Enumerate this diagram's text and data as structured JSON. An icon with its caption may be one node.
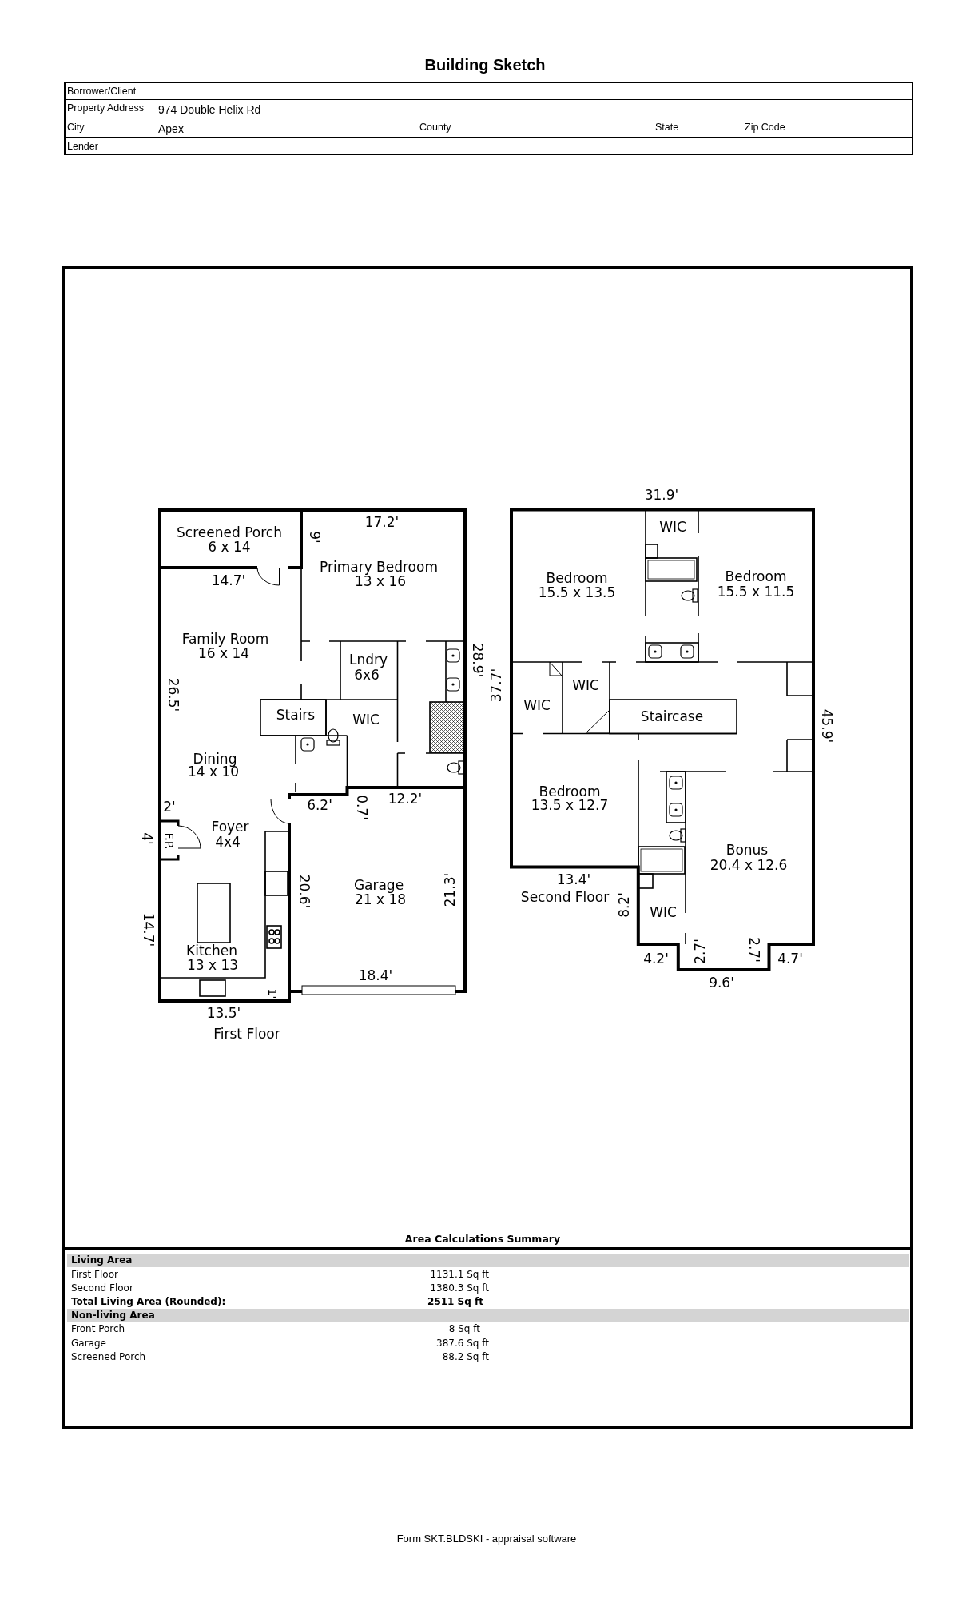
{
  "diagram": {
    "title": "Building Sketch",
    "labels": [
      "Borrower/Client",
      "Property Address",
      "974 Double Helix Rd",
      "City",
      "Apex",
      "County",
      "State",
      "Zip Code",
      "Lender",
      "Screened Porch",
      "6 x 14",
      "9'",
      "17.2'",
      "Primary Bedroom",
      "14.7'",
      "13 x 16",
      "Family Room",
      "16 x 14",
      "Lndry",
      "6x6",
      "28.9'",
      "26.5'",
      "Stairs",
      "WIC",
      "Dining",
      "14 x 10",
      "2'",
      "6.2'",
      "0.7'",
      "12.2'",
      "Foyer",
      "4'",
      "F.P.",
      "4x4",
      "20.6'",
      "Garage",
      "21 x 18",
      "21.3'",
      "14.7'",
      "Kitchen",
      "13 x 13",
      "18.4'",
      "1'",
      "13.5'",
      "First Floor",
      "31.9'",
      "WIC",
      "Bedroom",
      "15.5 x 13.5",
      "Bedroom",
      "15.5 x 11.5",
      "37.7'",
      "WIC",
      "WIC",
      "Staircase",
      "45.9'",
      "Bedroom",
      "13.5 x 12.7",
      "Bonus",
      "20.4 x 12.6",
      "13.4'",
      "Second Floor",
      "8.2'",
      "WIC",
      "4.2'",
      "2.7'",
      "2.7'",
      "4.7'",
      "9.6'",
      "Area Calculations Summary",
      "Living Area",
      "First Floor",
      "1131.1 Sq ft",
      "Second Floor",
      "1380.3 Sq ft",
      "Total Living Area (Rounded):",
      "2511 Sq ft",
      "Non-living Area",
      "Front Porch",
      "8 Sq ft",
      "Garage",
      "387.6 Sq ft",
      "Screened Porch",
      "88.2 Sq ft",
      "Form SKT.BLDSKI - appraisal software"
    ]
  }
}
